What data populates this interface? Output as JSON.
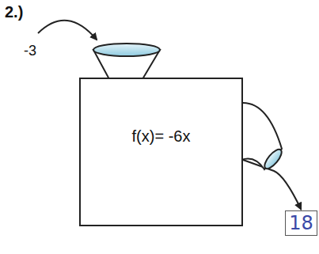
{
  "diagram": {
    "nodes": [
      {
        "text": [
          "f(x)= -6x"
        ]
      },
      {
        "text": [
          "18"
        ]
      }
    ],
    "edges": [
      {
        "from": 0,
        "to": 1,
        "arrow": "to"
      }
    ],
    "labels": [
      "2.)",
      "-3"
    ]
  }
}
